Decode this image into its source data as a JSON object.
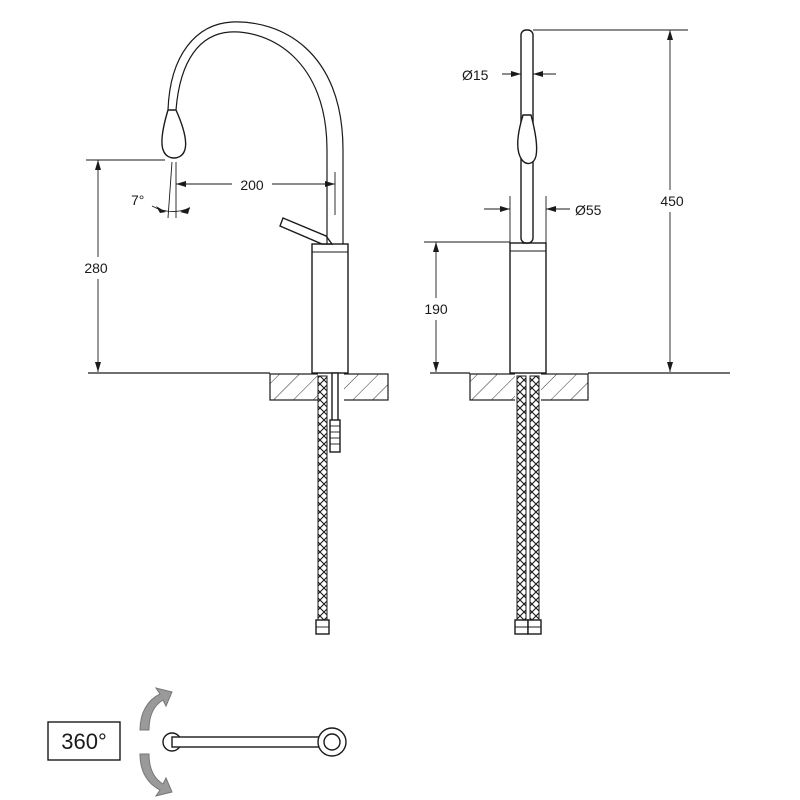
{
  "dimensions": {
    "reach": "200",
    "spout_height": "280",
    "spout_angle": "7°",
    "spout_diameter": "Ø15",
    "body_diameter": "Ø55",
    "body_height": "190",
    "total_height": "450"
  },
  "rotation": {
    "label": "360°"
  },
  "colors": {
    "line": "#1a1a1a",
    "arrow_gray": "#9a9a9a",
    "background": "#ffffff"
  },
  "icons": {
    "rotation_arrows": "curved-rotation-arrows-icon"
  }
}
